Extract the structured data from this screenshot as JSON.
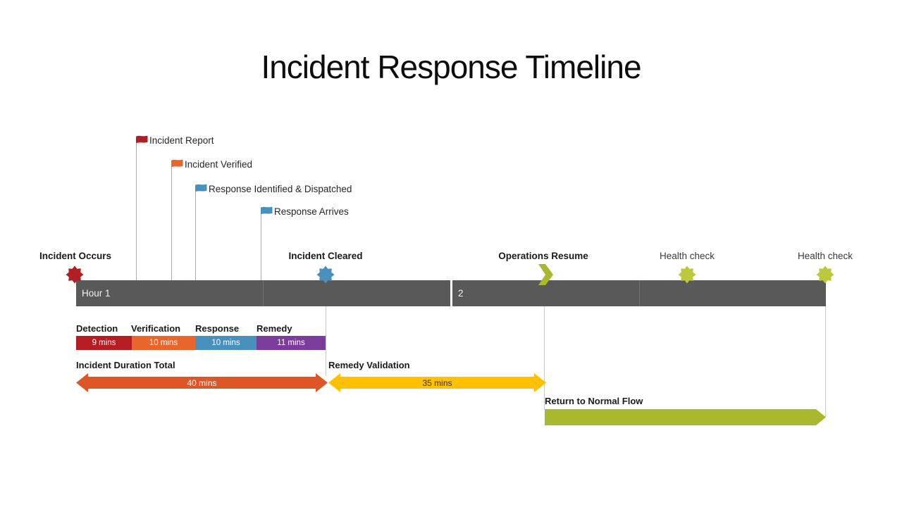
{
  "title": "Incident Response Timeline",
  "colors": {
    "crimson": "#B01F24",
    "orange": "#E8662C",
    "blue": "#4A90BC",
    "purple": "#7C3C9B",
    "olive": "#A9B92F",
    "olive_light": "#BCC93B",
    "gold": "#FFC000",
    "duration_orange": "#DD5628",
    "band_gray": "#595959"
  },
  "flags": [
    {
      "label": "Incident Report",
      "color": "#B01F24"
    },
    {
      "label": "Incident Verified",
      "color": "#E8662C"
    },
    {
      "label": "Response Identified & Dispatched",
      "color": "#4A90BC"
    },
    {
      "label": "Response Arrives",
      "color": "#4A90BC"
    }
  ],
  "milestones": [
    {
      "label": "Incident Occurs",
      "shape": "star",
      "color": "#B01F24"
    },
    {
      "label": "Incident Cleared",
      "shape": "star",
      "color": "#4A90BC"
    },
    {
      "label": "Operations Resume",
      "shape": "chevron",
      "color": "#A9B92F"
    },
    {
      "label": "Health check",
      "shape": "star",
      "color": "#BCC93B"
    },
    {
      "label": "Health check",
      "shape": "star",
      "color": "#BCC93B"
    }
  ],
  "timescale": {
    "segments": [
      {
        "label": "Hour 1"
      },
      {
        "label": "2"
      }
    ]
  },
  "tasks": [
    {
      "label": "Detection",
      "duration": "9 mins",
      "color": "#B41E23"
    },
    {
      "label": "Verification",
      "duration": "10 mins",
      "color": "#E8662C"
    },
    {
      "label": "Response",
      "duration": "10 mins",
      "color": "#4A90BC"
    },
    {
      "label": "Remedy",
      "duration": "11 mins",
      "color": "#7C3C9B"
    }
  ],
  "spans": [
    {
      "label": "Incident Duration Total",
      "value": "40 mins",
      "color": "#DD5628",
      "text_color": "#FFFFFF"
    },
    {
      "label": "Remedy Validation",
      "value": "35 mins",
      "color": "#FFC000",
      "text_color": "#33302a"
    },
    {
      "label": "Return to Normal Flow",
      "value": "",
      "color": "#A9B92F",
      "text_color": "#FFFFFF"
    }
  ]
}
